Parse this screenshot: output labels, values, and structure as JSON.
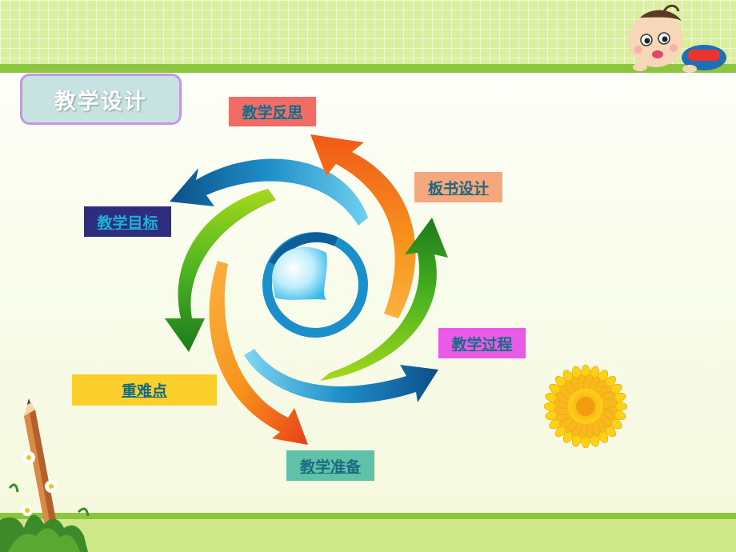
{
  "slide": {
    "title": "教学设计",
    "items": [
      {
        "id": "reflection",
        "label": "教学反思",
        "color": "#f06d67"
      },
      {
        "id": "board",
        "label": "板书设计",
        "color": "#f5a77d"
      },
      {
        "id": "goal",
        "label": "教学目标",
        "color": "#2e2c7f"
      },
      {
        "id": "process",
        "label": "教学过程",
        "color": "#e85be6"
      },
      {
        "id": "keypoints",
        "label": "重难点",
        "color": "#fbd02c"
      },
      {
        "id": "prep",
        "label": "教学准备",
        "color": "#5fc1a8"
      }
    ]
  },
  "icons": [
    "cartoon-baby-icon",
    "sunflower-icon",
    "pencil-icon",
    "daisy-icon",
    "grass-icon"
  ]
}
